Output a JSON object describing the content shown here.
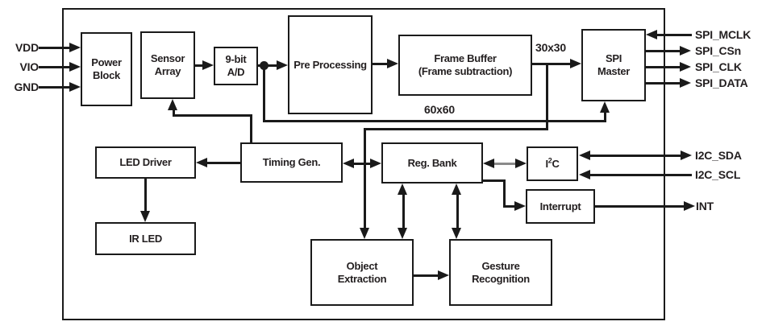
{
  "diagram": {
    "nodes": {
      "power_block": {
        "label": "Power\nBlock"
      },
      "sensor_array": {
        "label": "Sensor\nArray"
      },
      "adc": {
        "label": "9-bit\nA/D"
      },
      "pre_processing": {
        "label": "Pre Processing"
      },
      "frame_buffer": {
        "label": "Frame Buffer\n(Frame subtraction)"
      },
      "spi_master": {
        "label": "SPI\nMaster"
      },
      "led_driver": {
        "label": "LED Driver"
      },
      "timing_gen": {
        "label": "Timing Gen."
      },
      "reg_bank": {
        "label": "Reg. Bank"
      },
      "i2c": {
        "pre": "I",
        "sup": "2",
        "post": "C"
      },
      "interrupt": {
        "label": "Interrupt"
      },
      "ir_led": {
        "label": "IR LED"
      },
      "object_extraction": {
        "label": "Object\nExtraction"
      },
      "gesture_recognition": {
        "label": "Gesture\nRecognition"
      }
    },
    "pins": {
      "left": [
        {
          "label": "VDD"
        },
        {
          "label": "VIO"
        },
        {
          "label": "GND"
        }
      ],
      "right": [
        {
          "label": "SPI_MCLK"
        },
        {
          "label": "SPI_CSn"
        },
        {
          "label": "SPI_CLK"
        },
        {
          "label": "SPI_DATA"
        },
        {
          "label": "I2C_SDA"
        },
        {
          "label": "I2C_SCL"
        },
        {
          "label": "INT"
        }
      ]
    },
    "annotations": {
      "frame_out_size": "30x30",
      "raw_frame_size": "60x60"
    },
    "colors": {
      "line": "#1a1a1a",
      "text": "#231f20",
      "background": "#ffffff",
      "reg_i2c_link": "#8a8a8a"
    }
  }
}
